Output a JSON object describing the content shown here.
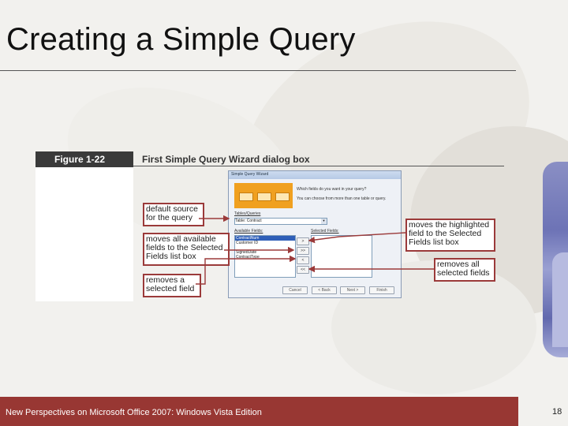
{
  "slide": {
    "title": "Creating a Simple Query",
    "footer": "New Perspectives on Microsoft Office 2007: Windows Vista Edition",
    "page_number": "18"
  },
  "figure": {
    "label": "Figure 1-22",
    "caption": "First Simple Query Wizard dialog box"
  },
  "callouts": {
    "default_source": [
      "default source",
      "for the query"
    ],
    "moves_all": [
      "moves all available",
      "fields to the Selected",
      "Fields list box"
    ],
    "removes_selected": [
      "removes a",
      "selected field"
    ],
    "moves_highlighted": [
      "moves the highlighted",
      "field to the Selected",
      "Fields list box"
    ],
    "removes_all": [
      "removes all",
      "selected fields"
    ]
  },
  "dialog": {
    "title": "Simple Query Wizard",
    "prompt": "Which fields do you want in your query?",
    "hint": "You can choose from more than one table or query.",
    "tables_label": "Tables/Queries",
    "tables_value": "Table: Contract",
    "available_label": "Available Fields:",
    "selected_label": "Selected Fields:",
    "available_fields": [
      "ContractNum",
      "Customer ID",
      "",
      "SignedDate",
      "ContractType"
    ],
    "buttons": {
      "add": ">",
      "add_all": ">>",
      "remove": "<",
      "remove_all": "<<"
    },
    "footer_buttons": [
      "Cancel",
      "< Back",
      "Next >",
      "Finish"
    ]
  },
  "colors": {
    "accent": "#983733",
    "callout_border": "#9b3a3a"
  }
}
